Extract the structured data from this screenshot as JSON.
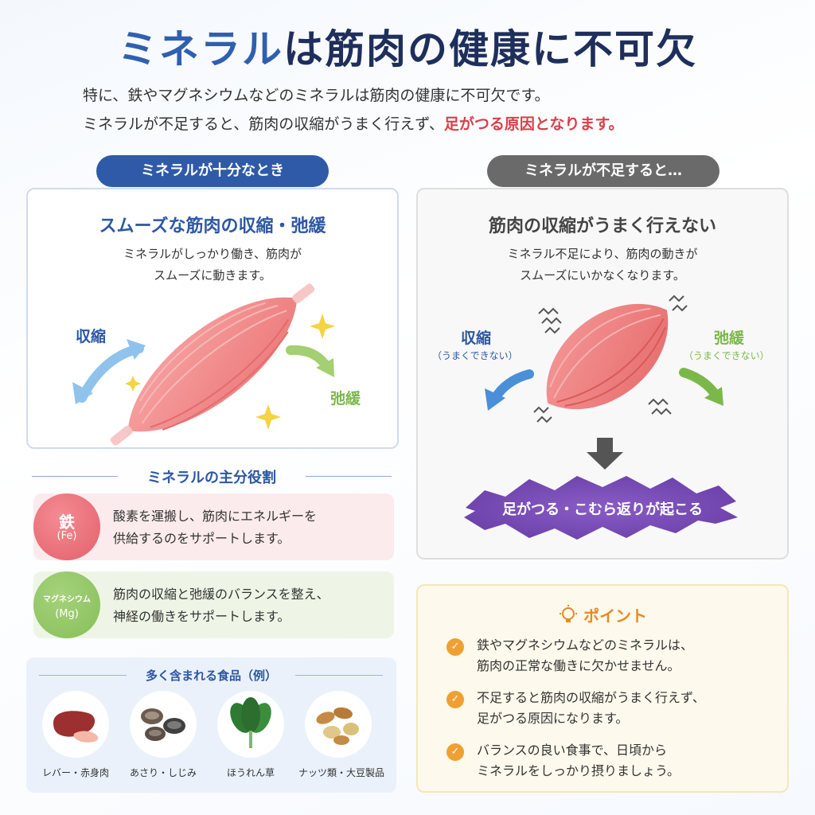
{
  "title": {
    "accent": "ミネラル",
    "rest": "は筋肉の健康に不可欠"
  },
  "intro": {
    "line1": "特に、鉄やマグネシウムなどのミネラルは筋肉の健康に不可欠です。",
    "line2_plain": "ミネラルが不足すると、筋肉の収縮がうまく行えず、",
    "line2_highlight": "足がつる原因となります。"
  },
  "sufficient": {
    "pill": "ミネラルが十分なとき",
    "heading": "スムーズな筋肉の収縮・弛緩",
    "desc_line1": "ミネラルがしっかり働き、筋肉が",
    "desc_line2": "スムーズに動きます。",
    "contract_label": "収縮",
    "relax_label": "弛緩"
  },
  "deficient": {
    "pill": "ミネラルが不足すると…",
    "heading": "筋肉の収縮がうまく行えない",
    "desc_line1": "ミネラル不足により、筋肉の動きが",
    "desc_line2": "スムーズにいかなくなります。",
    "contract_label": "収縮",
    "contract_sub": "（うまくできない）",
    "relax_label": "弛緩",
    "relax_sub": "（うまくできない）",
    "result": "足がつる・こむら返りが起こる"
  },
  "roles": {
    "heading": "ミネラルの主分役割",
    "fe": {
      "name": "鉄",
      "symbol": "(Fe)",
      "line1": "酸素を運搬し、筋肉にエネルギーを",
      "line2": "供給するのをサポートします。"
    },
    "mg": {
      "name": "マグネシウム",
      "symbol": "(Mg)",
      "line1": "筋肉の収縮と弛緩のバランスを整え、",
      "line2": "神経の働きをサポートします。"
    }
  },
  "foods": {
    "heading": "多く含まれる食品（例）",
    "items": [
      {
        "name": "レバー・赤身肉",
        "icon": "liver-meat-icon"
      },
      {
        "name": "あさり・しじみ",
        "icon": "clam-icon"
      },
      {
        "name": "ほうれん草",
        "icon": "spinach-icon"
      },
      {
        "name": "ナッツ類・大豆製品",
        "icon": "nuts-soy-icon"
      }
    ]
  },
  "point": {
    "heading": "ポイント",
    "items": [
      {
        "line1": "鉄やマグネシウムなどのミネラルは、",
        "line2": "筋肉の正常な働きに欠かせません。"
      },
      {
        "line1": "不足すると筋肉の収縮がうまく行えず、",
        "line2": "足がつる原因になります。"
      },
      {
        "line1": "バランスの良い食事で、日頃から",
        "line2": "ミネラルをしっかり摂りましょう。"
      }
    ]
  },
  "colors": {
    "navy": "#1f2f5c",
    "blue": "#2f5aa8",
    "red_highlight": "#d93f4a",
    "green": "#7bb84a",
    "purple": "#7a4fb5",
    "orange": "#e98a1f"
  }
}
